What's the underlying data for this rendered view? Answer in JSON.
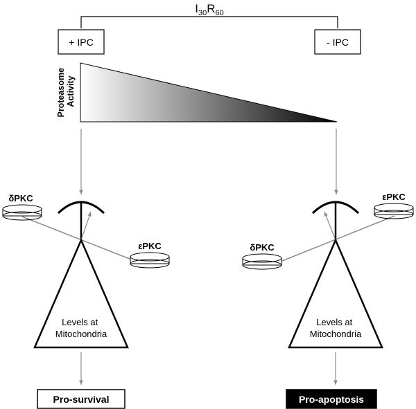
{
  "header": {
    "base": "I",
    "sub1": "30",
    "mid": "R",
    "sub2": "60"
  },
  "conditions": {
    "left": "+ IPC",
    "right": "- IPC"
  },
  "gradient": {
    "label_line1": "Proteasome",
    "label_line2": "Activity",
    "color_start": "#ffffff",
    "color_end": "#000000"
  },
  "left_scale": {
    "kinase_top": "δPKC",
    "kinase_bottom": "εPKC",
    "triangle_line1": "Levels at",
    "triangle_line2": "Mitochondria",
    "outcome": "Pro-survival",
    "outcome_fill": "#ffffff",
    "outcome_text_color": "#000000"
  },
  "right_scale": {
    "kinase_top": "εPKC",
    "kinase_bottom": "δPKC",
    "triangle_line1": "Levels at",
    "triangle_line2": "Mitochondria",
    "outcome": "Pro-apoptosis",
    "outcome_fill": "#000000",
    "outcome_text_color": "#ffffff"
  },
  "colors": {
    "arrow": "#8c8c8c",
    "line": "#000000",
    "beam": "#8c8c8c"
  }
}
